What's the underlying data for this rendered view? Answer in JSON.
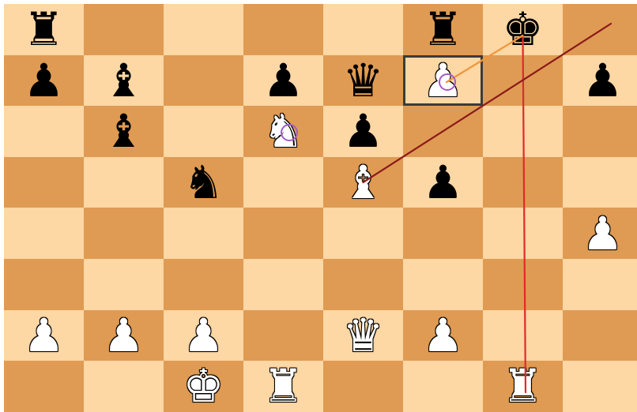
{
  "board": {
    "orientation": "white-bottom",
    "light_color": "#fdd7a4",
    "dark_color": "#df9b53",
    "highlight_square": "f7",
    "pieces": [
      {
        "square": "a8",
        "color": "b",
        "type": "rook"
      },
      {
        "square": "f8",
        "color": "b",
        "type": "rook"
      },
      {
        "square": "g8",
        "color": "b",
        "type": "king"
      },
      {
        "square": "a7",
        "color": "b",
        "type": "pawn"
      },
      {
        "square": "b7",
        "color": "b",
        "type": "bishop"
      },
      {
        "square": "d7",
        "color": "b",
        "type": "pawn"
      },
      {
        "square": "e7",
        "color": "b",
        "type": "queen"
      },
      {
        "square": "f7",
        "color": "w",
        "type": "pawn"
      },
      {
        "square": "h7",
        "color": "b",
        "type": "pawn"
      },
      {
        "square": "b6",
        "color": "b",
        "type": "bishop"
      },
      {
        "square": "d6",
        "color": "w",
        "type": "knight"
      },
      {
        "square": "e6",
        "color": "b",
        "type": "pawn"
      },
      {
        "square": "c5",
        "color": "b",
        "type": "knight"
      },
      {
        "square": "e5",
        "color": "w",
        "type": "bishop"
      },
      {
        "square": "f5",
        "color": "b",
        "type": "pawn"
      },
      {
        "square": "h4",
        "color": "w",
        "type": "pawn"
      },
      {
        "square": "a2",
        "color": "w",
        "type": "pawn"
      },
      {
        "square": "b2",
        "color": "w",
        "type": "pawn"
      },
      {
        "square": "c2",
        "color": "w",
        "type": "pawn"
      },
      {
        "square": "e2",
        "color": "w",
        "type": "queen"
      },
      {
        "square": "f2",
        "color": "w",
        "type": "pawn"
      },
      {
        "square": "c1",
        "color": "w",
        "type": "king"
      },
      {
        "square": "d1",
        "color": "w",
        "type": "rook"
      },
      {
        "square": "g1",
        "color": "w",
        "type": "rook"
      }
    ],
    "arrows": [
      {
        "from": "g1",
        "to": "g8",
        "color": "#e02a2a"
      },
      {
        "from": "e5",
        "to": "h8",
        "color": "#8b1a1a"
      },
      {
        "from": "f7",
        "to": "g8",
        "color": "#f0963c"
      }
    ],
    "circles": [
      {
        "square": "f7",
        "color": "#a25cc8"
      },
      {
        "square": "d6",
        "color": "#a25cc8"
      }
    ]
  }
}
